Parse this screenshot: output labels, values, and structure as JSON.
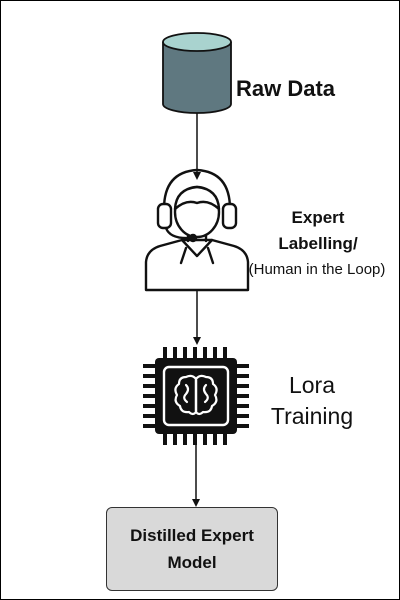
{
  "nodes": {
    "raw_data": {
      "label": "Raw Data",
      "color": "#5f7880"
    },
    "expert": {
      "title": "Expert Labelling/",
      "subtitle": "(Human in the Loop)"
    },
    "lora": {
      "label": "Lora Training"
    },
    "model": {
      "label": "Distilled Expert Model",
      "fill": "#d9d9d9"
    }
  },
  "edges": [
    {
      "from": "raw_data",
      "to": "expert"
    },
    {
      "from": "expert",
      "to": "lora"
    },
    {
      "from": "lora",
      "to": "model"
    }
  ]
}
